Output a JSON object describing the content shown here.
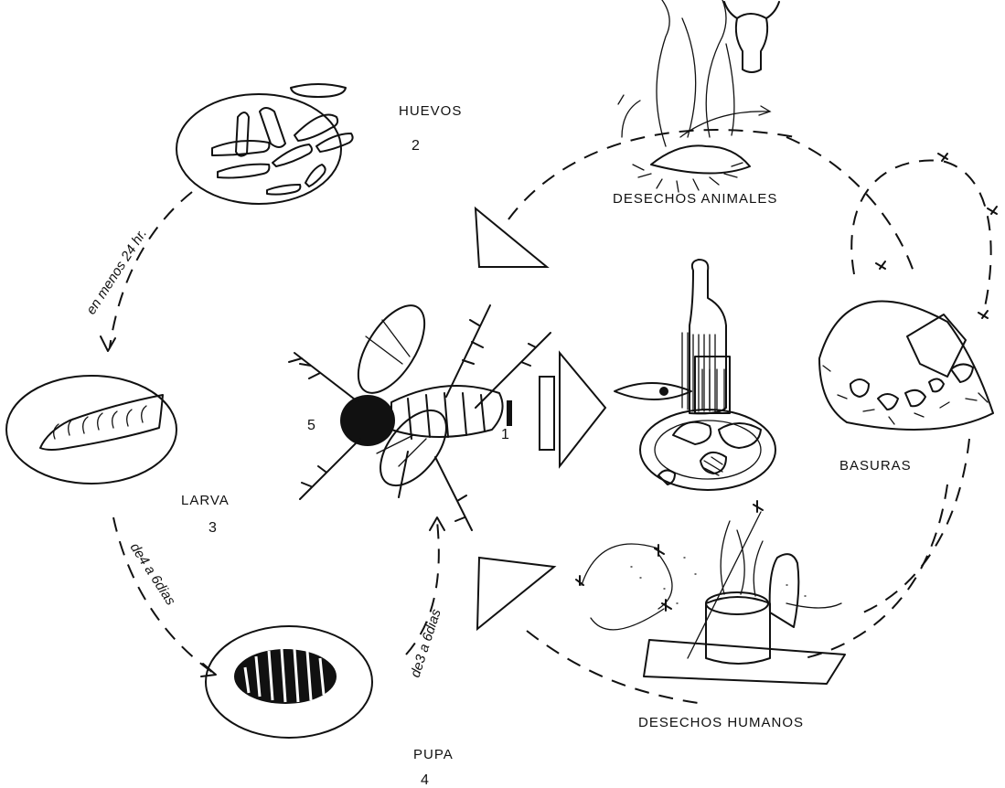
{
  "stages": {
    "huevos": {
      "label": "HUEVOS",
      "number": "2"
    },
    "larva": {
      "label": "LARVA",
      "number": "3"
    },
    "pupa": {
      "label": "PUPA",
      "number": "4"
    },
    "adulto": {
      "number": "5"
    },
    "alimento": {
      "number": "1"
    }
  },
  "durations": {
    "egg_to_larva": "en menos 24 hr.",
    "larva_to_pupa": "de4 a 6dias",
    "pupa_to_adult": "de3 a 6dias"
  },
  "sources": {
    "animal": "DESECHOS ANIMALES",
    "trash": "BASURAS",
    "human": "DESECHOS HUMANOS"
  },
  "colors": {
    "ink": "#111111",
    "paper": "#ffffff"
  },
  "icons": [
    "fly-icon",
    "egg-icon",
    "larva-icon",
    "pupa-icon",
    "cow-icon",
    "bottle-icon",
    "glass-icon",
    "plate-icon",
    "latrine-icon",
    "trash-icon"
  ]
}
